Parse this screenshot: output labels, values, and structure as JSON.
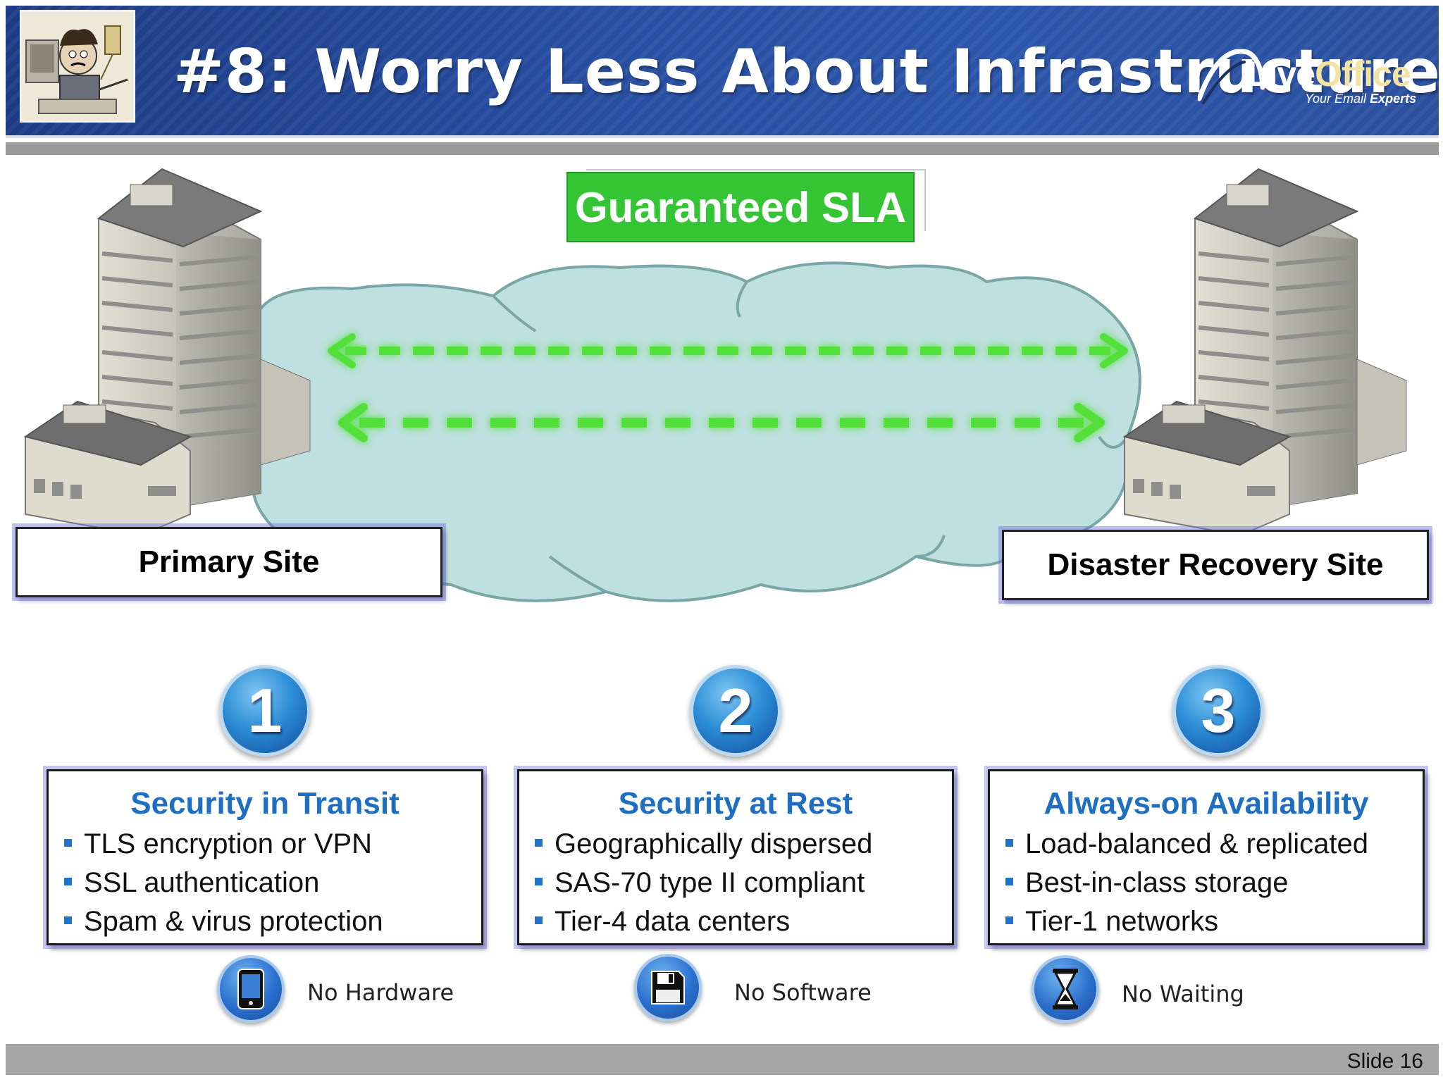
{
  "header": {
    "title": "#8: Worry Less About Infrastructure",
    "logo": {
      "name_part1": "Live",
      "name_part2": "Office",
      "tagline_italic": "Your Email",
      "tagline_bold": "Experts"
    }
  },
  "diagram": {
    "sla_label": "Guaranteed SLA",
    "primary_site": "Primary Site",
    "dr_site": "Disaster Recovery Site"
  },
  "features": [
    {
      "number": "1",
      "title": "Security in Transit",
      "bullets": [
        "TLS encryption or VPN",
        "SSL authentication",
        "Spam & virus protection"
      ],
      "icon": "mobile-device-icon",
      "icon_label": "No Hardware"
    },
    {
      "number": "2",
      "title": "Security at Rest",
      "bullets": [
        "Geographically dispersed",
        "SAS-70 type II compliant",
        "Tier-4 data centers"
      ],
      "icon": "floppy-disk-icon",
      "icon_label": "No Software"
    },
    {
      "number": "3",
      "title": "Always-on Availability",
      "bullets": [
        "Load-balanced & replicated",
        "Best-in-class storage",
        "Tier-1 networks"
      ],
      "icon": "hourglass-icon",
      "icon_label": "No Waiting"
    }
  ],
  "footer": {
    "slide_number": "Slide 16"
  },
  "colors": {
    "header_blue": "#274fa3",
    "sla_green": "#34c434",
    "cloud": "#bfe0e0",
    "arrow_green": "#53e03a",
    "title_blue": "#1e6fc1"
  }
}
